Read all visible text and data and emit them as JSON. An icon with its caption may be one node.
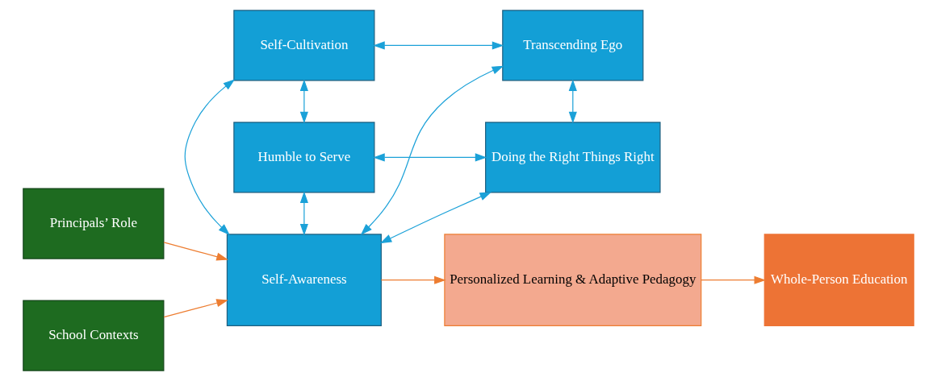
{
  "diagram": {
    "nodes": [
      {
        "text": [
          "Self-Cultivation"
        ]
      },
      {
        "text": [
          "Transcending Ego"
        ]
      },
      {
        "text": [
          "Principals’ Role"
        ]
      },
      {
        "text": [
          "Self-Awareness"
        ]
      },
      {
        "text": [
          "Personalized Learning & Adaptive Pedagogy"
        ]
      },
      {
        "text": [
          "Whole-Person Education"
        ]
      },
      {
        "text": [
          "School Contexts"
        ]
      },
      {
        "text": [
          "Humble to Serve"
        ]
      },
      {
        "text": [
          "Doing the Right Things Right"
        ]
      }
    ],
    "edges": [
      {
        "from": 0,
        "to": 1,
        "arrow": "both"
      },
      {
        "from": 0,
        "to": 3,
        "arrow": "both"
      },
      {
        "from": 1,
        "to": 3,
        "arrow": "both"
      },
      {
        "from": 0,
        "to": 7,
        "arrow": "both"
      },
      {
        "from": 1,
        "to": 8,
        "arrow": "both"
      },
      {
        "from": 3,
        "to": 7,
        "arrow": "both"
      },
      {
        "from": 3,
        "to": 8,
        "arrow": "both"
      },
      {
        "from": 7,
        "to": 8,
        "arrow": "both"
      },
      {
        "from": 2,
        "to": 3,
        "arrow": "to",
        "color": "#ed7d31"
      },
      {
        "from": 6,
        "to": 3,
        "arrow": "to",
        "color": "#ed7d31"
      },
      {
        "from": 3,
        "to": 4,
        "arrow": "to",
        "color": "#ed7d31"
      },
      {
        "from": 4,
        "to": 5,
        "arrow": "to",
        "color": "#ed7d31"
      }
    ]
  }
}
